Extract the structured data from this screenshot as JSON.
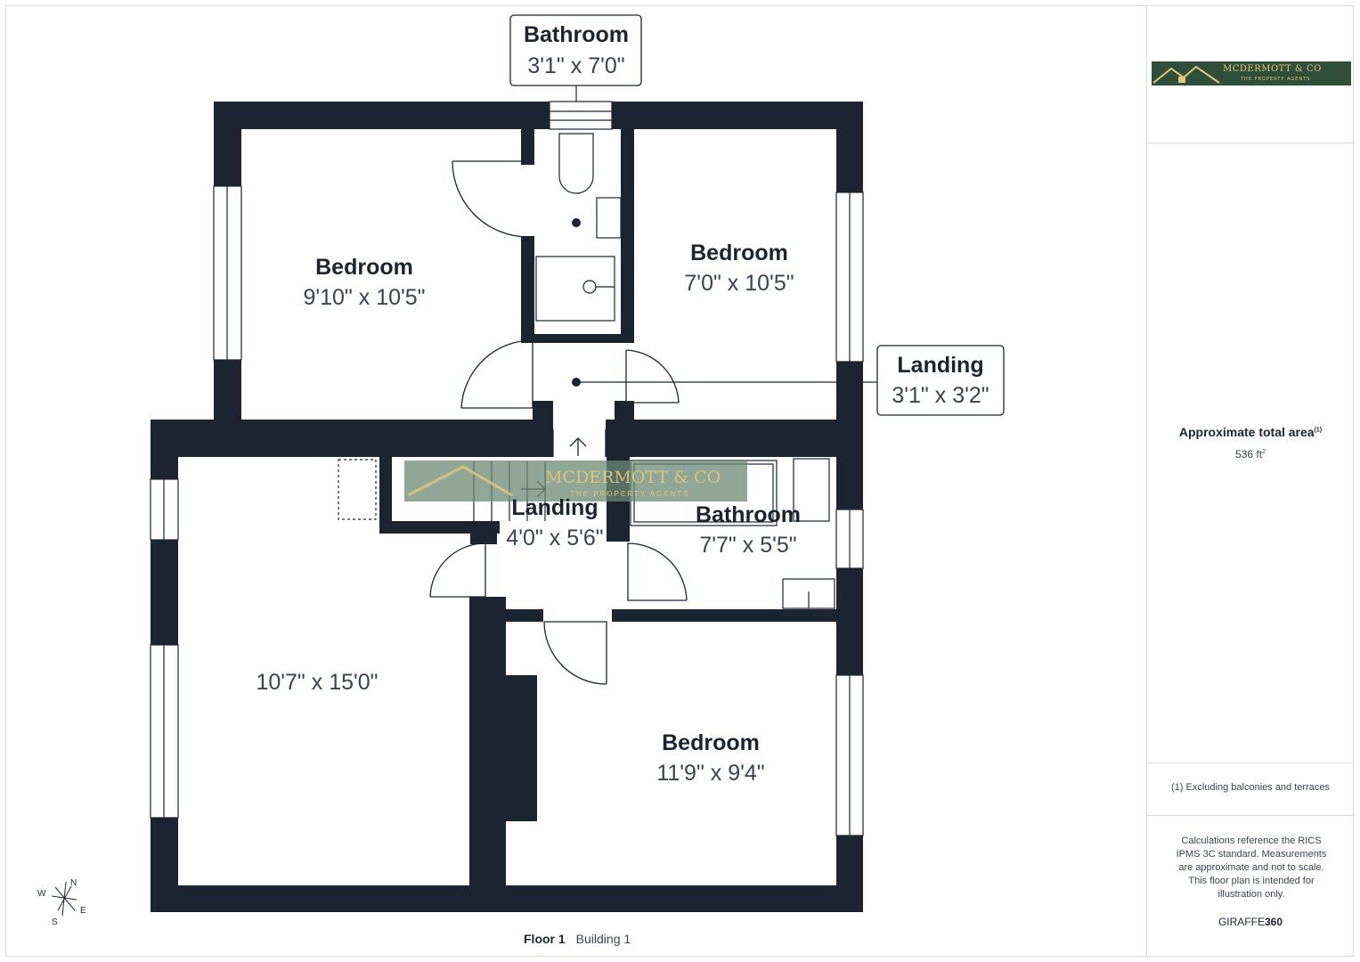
{
  "rooms": {
    "bathroom_top": {
      "name": "Bathroom",
      "dims": "3'1\" x 7'0\""
    },
    "bedroom_top_left": {
      "name": "Bedroom",
      "dims": "9'10\" x 10'5\""
    },
    "bedroom_top_right": {
      "name": "Bedroom",
      "dims": "7'0\" x 10'5\""
    },
    "landing_right": {
      "name": "Landing",
      "dims": "3'1\" x 3'2\""
    },
    "landing_center": {
      "name": "Landing",
      "dims": "4'0\" x 5'6\""
    },
    "bathroom_mid": {
      "name": "Bathroom",
      "dims": "7'7\" x 5'5\""
    },
    "room_left": {
      "dims": "10'7\" x 15'0\""
    },
    "bedroom_bottom": {
      "name": "Bedroom",
      "dims": "11'9\" x 9'4\""
    }
  },
  "compass": {
    "n": "N",
    "s": "S",
    "e": "E",
    "w": "W"
  },
  "floor": {
    "label": "Floor 1",
    "building": "Building 1"
  },
  "watermark": {
    "name": "MCDERMOTT & CO",
    "tagline": "THE PROPERTY AGENTS"
  },
  "logo": {
    "name": "MCDERMOTT & CO",
    "tagline": "THE PROPERTY AGENTS"
  },
  "summary": {
    "area_title": "Approximate total area",
    "area_footnote_mark": "(1)",
    "area_value": "536 ft",
    "area_unit_sup": "2",
    "footnote": "(1) Excluding balconies and terraces",
    "disclaimer": "Calculations reference the RICS IPMS 3C standard. Measurements are approximate and not to scale. This floor plan is intended for illustration only.",
    "brand_a": "GIRAFFE",
    "brand_b": "360"
  },
  "colors": {
    "wall": "#1c2431",
    "logo_bg": "#2f4f3a",
    "logo_text": "#e6c77a"
  }
}
